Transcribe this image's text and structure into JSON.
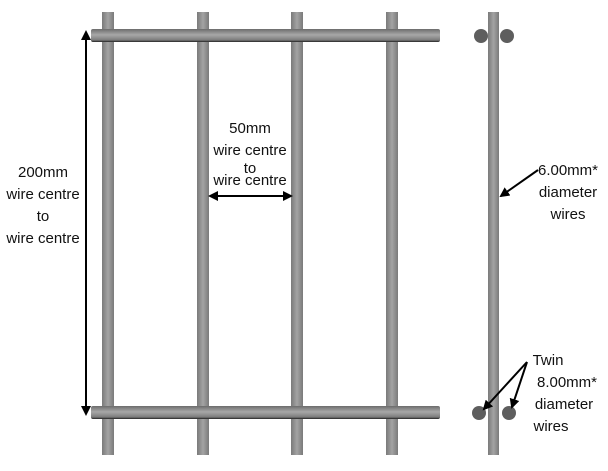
{
  "labels": {
    "height": [
      "200mm",
      "wire centre",
      "to",
      "wire centre"
    ],
    "spacing": [
      "50mm",
      "wire centre",
      "to",
      "wire centre"
    ],
    "line_wire": [
      "6.00mm*",
      "diameter",
      "wires"
    ],
    "twin_wire": [
      "Twin",
      "8.00mm*",
      "diameter",
      "wires"
    ]
  },
  "colors": {
    "wire": "#8e8e8e",
    "wire_dark": "#5a5a5a",
    "twin_dot": "#5e5e5e",
    "text": "#111111"
  }
}
